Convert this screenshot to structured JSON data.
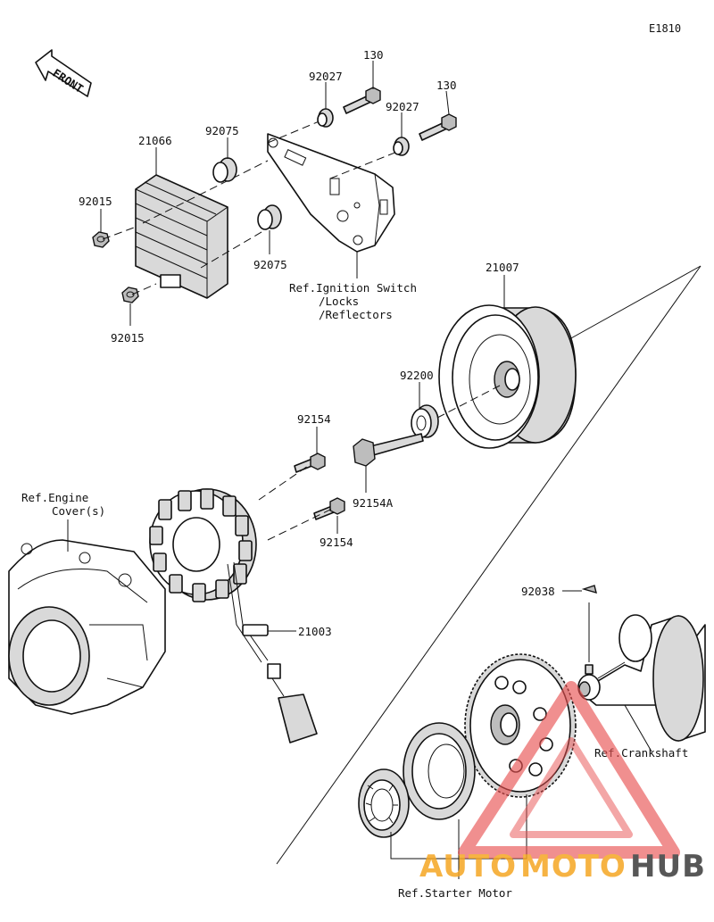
{
  "diagram_code": "E1810",
  "front_label": "FRONT",
  "colors": {
    "line": "#111111",
    "part_fill": "#d9d9d9",
    "watermark_red": "#e85050",
    "watermark_orange": "#f5a623",
    "watermark_gray": "#3a3a3a"
  },
  "callouts": {
    "c130a": "130",
    "c130b": "130",
    "c92027a": "92027",
    "c92027b": "92027",
    "c21066": "21066",
    "c92075a": "92075",
    "c92075b": "92075",
    "c92015a": "92015",
    "c92015b": "92015",
    "c21007": "21007",
    "c92200": "92200",
    "c92154a": "92154",
    "c92154b": "92154",
    "c92154A": "92154A",
    "c21003": "21003",
    "c92038": "92038"
  },
  "refs": {
    "ignition_1": "Ref.Ignition Switch",
    "ignition_2": "/Locks",
    "ignition_3": "/Reflectors",
    "engine_1": "Ref.Engine",
    "engine_2": "Cover(s)",
    "crankshaft": "Ref.Crankshaft",
    "starter_motor": "Ref.Starter Motor"
  },
  "watermark": {
    "part1": "AUTO",
    "part2": "MOTO",
    "part3": "HUB"
  }
}
